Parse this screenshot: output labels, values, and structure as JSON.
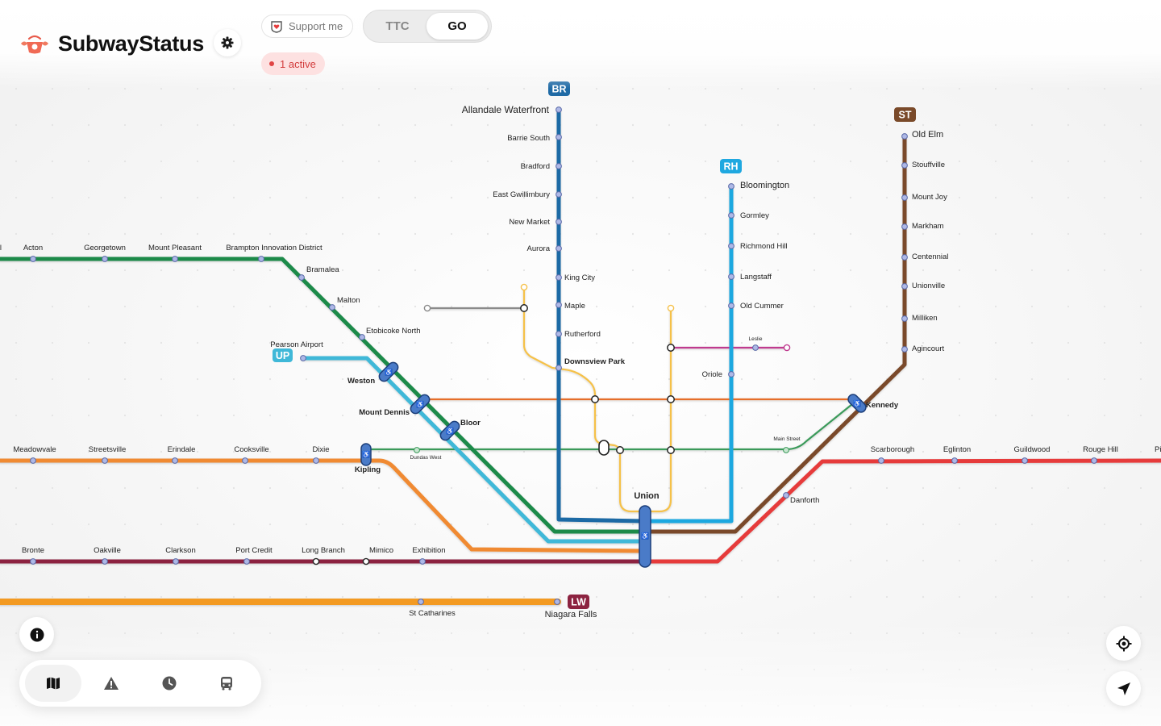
{
  "app": {
    "title": "SubwayStatus",
    "support_label": "Support me",
    "active_alerts": "1 active",
    "modes": [
      {
        "label": "TTC",
        "selected": false
      },
      {
        "label": "GO",
        "selected": true
      }
    ]
  },
  "icons": {
    "logo": "subway-status-logo",
    "settings": "gear-icon",
    "support": "heart-badge-icon",
    "info": "info-icon",
    "nav": [
      "map-icon",
      "alert-icon",
      "clock-icon",
      "bus-icon"
    ],
    "locate": "crosshair-icon",
    "navigate": "navigation-arrow-icon"
  },
  "colors": {
    "BR": "#1f6aa5",
    "RH": "#1fa8e0",
    "ST": "#7a4a2a",
    "LW": "#8c2340",
    "UP": "#3fb8d8",
    "KI": "#1a8a4a",
    "MI": "#f08a30",
    "LSW": "#8c2340",
    "LSE": "#e63a3a",
    "NF": "#f39a20",
    "yellow": "#f5c14a",
    "grey": "#888888",
    "magenta": "#c03a8f",
    "orange": "#e66e2a",
    "green_thin": "#3a9a5a",
    "union": "#4a7bc8"
  },
  "badges": [
    {
      "id": "BR",
      "label": "BR"
    },
    {
      "id": "RH",
      "label": "RH"
    },
    {
      "id": "ST",
      "label": "ST"
    },
    {
      "id": "UP",
      "label": "UP"
    },
    {
      "id": "LW",
      "label": "LW"
    }
  ],
  "stations": [
    "Allandale Waterfront",
    "Barrie South",
    "Bradford",
    "East Gwillimbury",
    "New Market",
    "Aurora",
    "King City",
    "Maple",
    "Rutherford",
    "Downsview Park",
    "Bloomington",
    "Gormley",
    "Richmond Hill",
    "Langstaff",
    "Old Cummer",
    "Oriole",
    "Leslie",
    "Old Elm",
    "Stouffville",
    "Mount Joy",
    "Markham",
    "Centennial",
    "Unionville",
    "Milliken",
    "Agincourt",
    "Kennedy",
    "Acton",
    "Georgetown",
    "Mount Pleasant",
    "Brampton Innovation District",
    "Bramalea",
    "Malton",
    "Etobicoke North",
    "Pearson Airport",
    "Weston",
    "Mount Dennis",
    "Bloor",
    "Meadowvale",
    "Streetsville",
    "Erindale",
    "Cooksville",
    "Dixie",
    "Kipling",
    "Dundas West",
    "Main Street",
    "Union",
    "Danforth",
    "Scarborough",
    "Eglinton",
    "Guildwood",
    "Rouge Hill",
    "Pi",
    "Bronte",
    "Oakville",
    "Clarkson",
    "Port Credit",
    "Long Branch",
    "Mimico",
    "Exhibition",
    "St Catharines",
    "Niagara Falls",
    "al"
  ]
}
